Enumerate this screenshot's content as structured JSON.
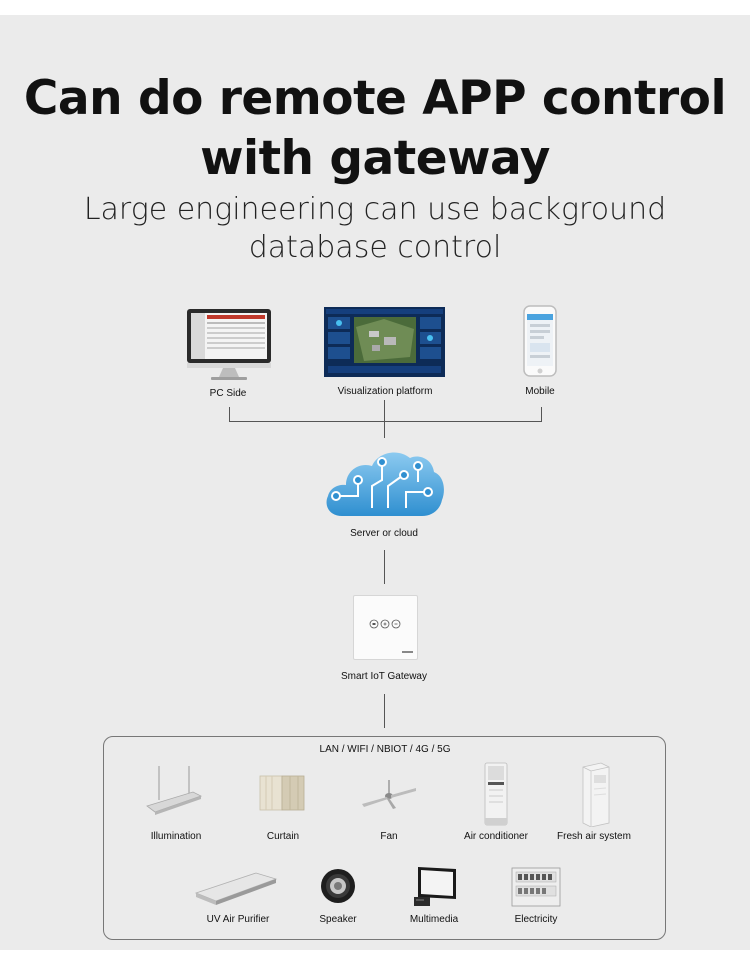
{
  "header": {
    "title_line1": "Can do remote APP control",
    "title_line2": "with gateway",
    "subtitle_line1": "Large engineering can use background",
    "subtitle_line2": "database control"
  },
  "top_tier": {
    "pc": "PC Side",
    "platform": "Visualization platform",
    "mobile": "Mobile"
  },
  "cloud": {
    "label": "Server or cloud"
  },
  "gateway": {
    "label": "Smart IoT Gateway"
  },
  "devices": {
    "network_label": "LAN / WIFI / NBIOT / 4G / 5G",
    "row1": [
      "Illumination",
      "Curtain",
      "Fan",
      "Air conditioner",
      "Fresh air system"
    ],
    "row2": [
      "UV Air Purifier",
      "Speaker",
      "Multimedia",
      "Electricity"
    ]
  },
  "colors": {
    "background": "#ebebeb",
    "cloud_blue": "#2f8fd0",
    "cloud_light": "#8ccaf0",
    "connector": "#555555"
  }
}
